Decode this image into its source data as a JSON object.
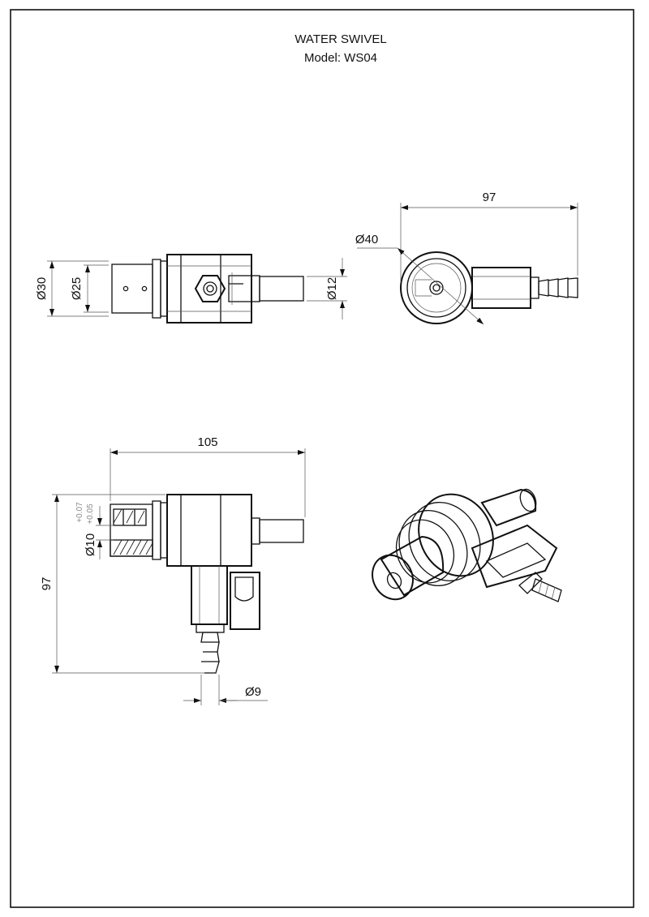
{
  "title": "WATER SWIVEL",
  "model": "Model: WS04",
  "dimensions": {
    "top_left_outer_dia": "Ø30",
    "top_left_inner_dia": "Ø25",
    "top_left_shaft_dia": "Ø12",
    "top_right_dia": "Ø40",
    "top_right_length": "97",
    "front_width": "105",
    "front_height": "97",
    "front_bore_dia": "Ø10",
    "front_bore_tol_upper": "+0.07",
    "front_bore_tol_lower": "+0.05",
    "hose_barb_dia": "Ø9"
  }
}
